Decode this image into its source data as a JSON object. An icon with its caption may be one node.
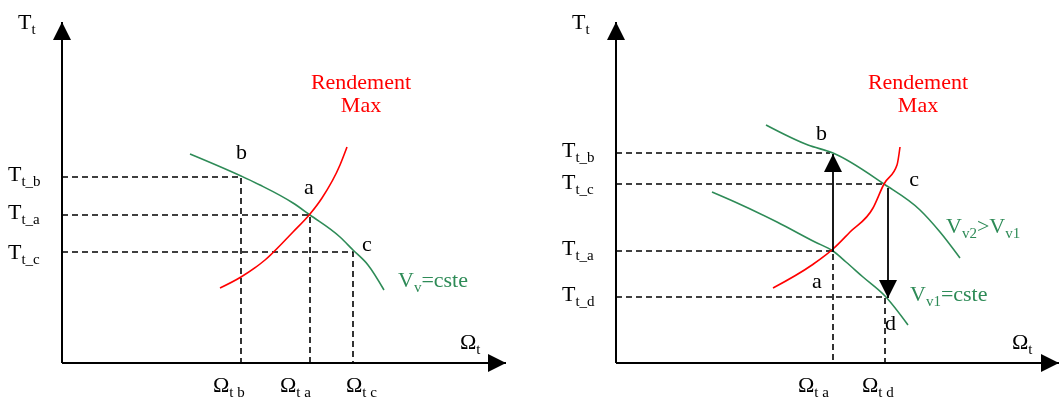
{
  "diagram": {
    "nodes": [
      {
        "text": [
          "b"
        ]
      },
      {
        "text": [
          "c"
        ]
      },
      {
        "text": [
          "a"
        ]
      },
      {
        "text": [
          "d"
        ]
      }
    ],
    "edges": [
      {
        "from": 2,
        "to": 0,
        "arrow": "to"
      },
      {
        "from": 1,
        "to": 3,
        "arrow": "to"
      }
    ],
    "labels": [
      "T$_{t}$",
      "Rendement Max",
      "b",
      "T$_{t_b}$",
      "a",
      "T$_{t_a}$",
      "c",
      "T$_{t_c}$",
      "V$_{v}$=cste",
      "Ω$_{t}$",
      "Ω$_{t b}$",
      "Ω$_{t a}$",
      "Ω$_{t c}$",
      "T$_{t}$",
      "Rendement Max",
      "T$_{t_b}$",
      "T$_{t_c}$",
      "V$_{v2}$>V$_{v1}$",
      "T$_{t_a}$",
      "T$_{t_d}$",
      "V$_{v1}$=cste",
      "Ω$_{t}$",
      "Ω$_{t a}$",
      "Ω$_{t d}$"
    ]
  }
}
